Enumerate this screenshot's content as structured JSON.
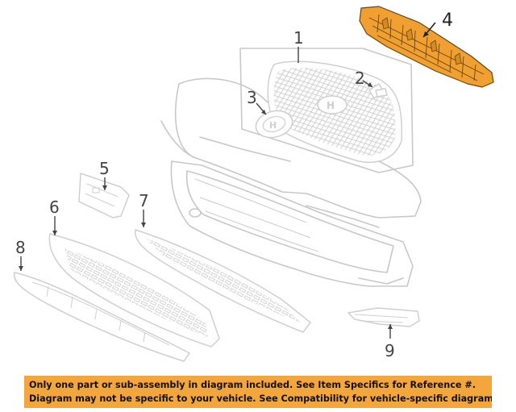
{
  "callouts": {
    "c1": "1",
    "c2": "2",
    "c3": "3",
    "c4": "4",
    "c5": "5",
    "c6": "6",
    "c7": "7",
    "c8": "8",
    "c9": "9"
  },
  "highlight_color": "#f0a030",
  "notice": {
    "line1": "Only one part or sub-assembly in diagram included. See Item Specifics for Reference #.",
    "line2": "Diagram may not be specific to your vehicle. See Compatibility for vehicle-specific diagrams.",
    "background": "#f3a63b"
  }
}
